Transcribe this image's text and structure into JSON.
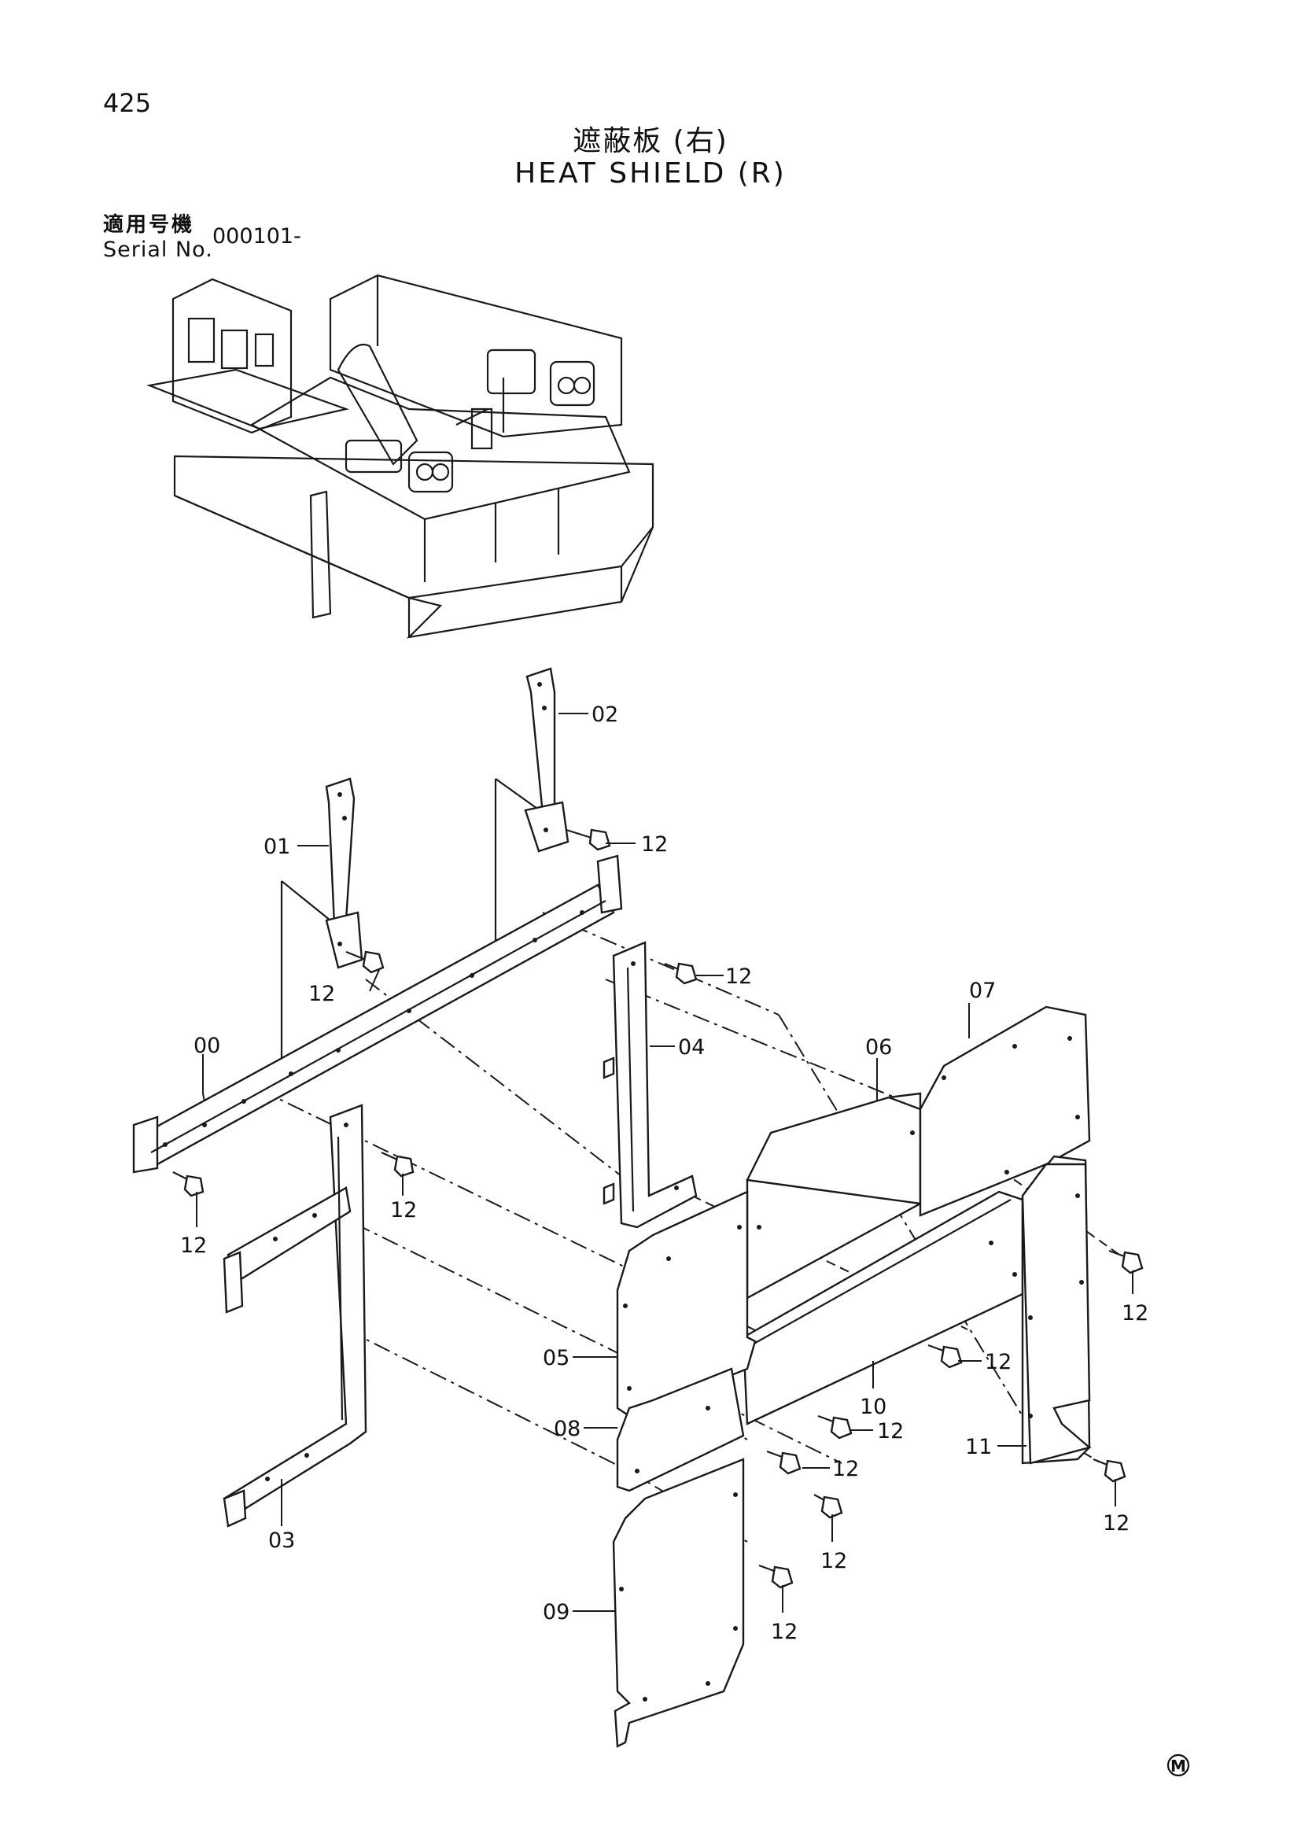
{
  "page": {
    "number": "425"
  },
  "title": {
    "japanese": "遮蔽板 (右)",
    "english": "HEAT SHIELD (R)"
  },
  "serial": {
    "label_japanese": "適用号機",
    "label_english": "Serial No.",
    "value": "000101-"
  },
  "callouts": {
    "c00": "00",
    "c01": "01",
    "c02": "02",
    "c03": "03",
    "c04": "04",
    "c05": "05",
    "c06": "06",
    "c07": "07",
    "c08": "08",
    "c09": "09",
    "c10": "10",
    "c11": "11",
    "c12": "12"
  },
  "mark": "M"
}
